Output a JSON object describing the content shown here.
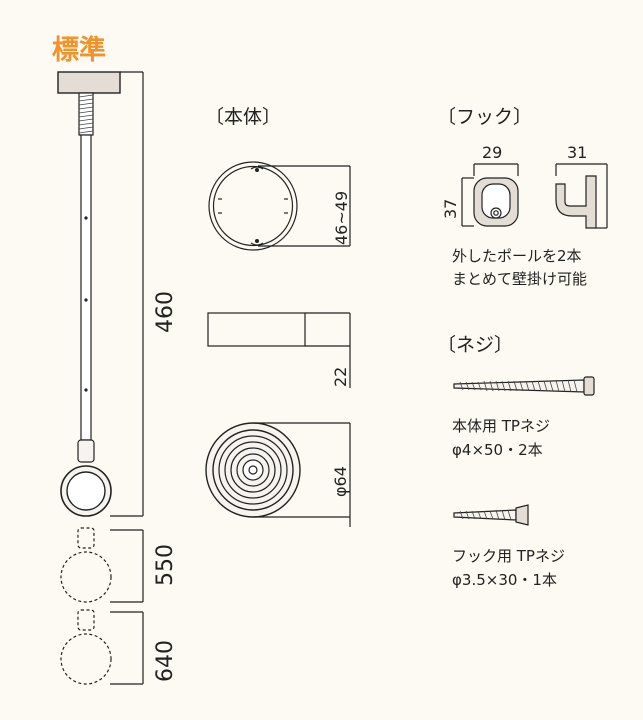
{
  "title": "標準",
  "colors": {
    "accent": "#f0932b",
    "line": "#222222",
    "fill_light": "#f7f3ee",
    "fill_mid": "#e4ddd5"
  },
  "pole": {
    "dims": {
      "standard": "460",
      "mid": "550",
      "long": "640"
    }
  },
  "body": {
    "label": "〔本体〕",
    "dims": {
      "top_diameter": "46~49",
      "height": "22",
      "diameter": "φ64"
    }
  },
  "hook": {
    "label": "〔フック〕",
    "dims": {
      "width": "29",
      "depth": "31",
      "height": "37"
    },
    "note": [
      "外したポールを2本",
      "まとめて壁掛け可能"
    ]
  },
  "screws": {
    "label": "〔ネジ〕",
    "body_screw": [
      "本体用 TPネジ",
      "φ4×50・2本"
    ],
    "hook_screw": [
      "フック用 TPネジ",
      "φ3.5×30・1本"
    ]
  }
}
